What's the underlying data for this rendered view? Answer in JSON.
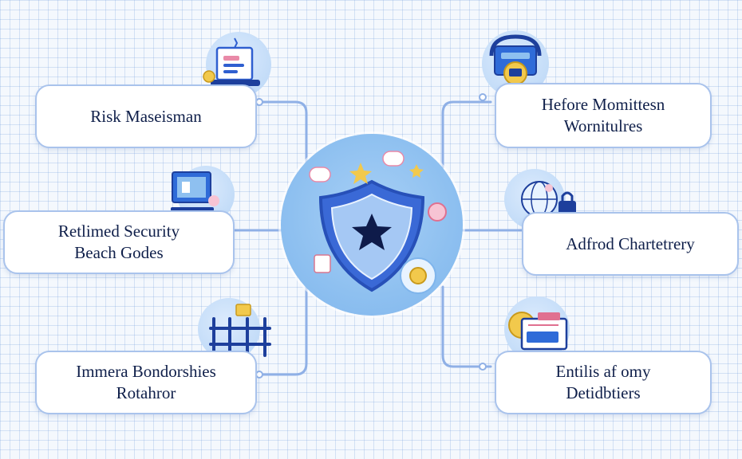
{
  "nodes": {
    "risk_management": {
      "line1": "Risk Maseisman"
    },
    "security_beach": {
      "line1": "Retlimed Security",
      "line2": "Beach Godes"
    },
    "boundaries": {
      "line1": "Immera Bondorshies",
      "line2": "Rotahror"
    },
    "monitoring": {
      "line1": "Hefore Momittesn",
      "line2": "Wornitulres"
    },
    "chartetry": {
      "line1": "Adfrod Chartetrery"
    },
    "entities": {
      "line1": "Entilis af omy",
      "line2": "Detidbtiers"
    }
  },
  "colors": {
    "node_border": "#a9c3ec",
    "connector": "#8fb0e6",
    "hub": "#8ec0f0",
    "shield_dark": "#2f5fd0",
    "star": "#0e1b4a",
    "text": "#0f1f4a"
  },
  "icons": {
    "hub": "shield-star-icon",
    "risk_management": "laptop-document-icon",
    "security_beach": "monitor-icon",
    "boundaries": "fence-icon",
    "monitoring": "monitor-shield-icon",
    "chartetry": "globe-lock-icon",
    "entities": "document-magnifier-icon"
  }
}
